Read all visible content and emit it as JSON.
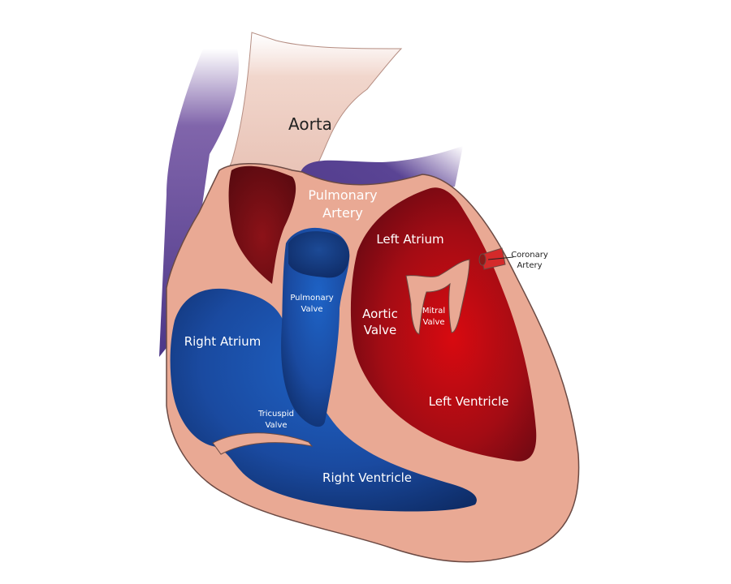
{
  "diagram": {
    "labels": {
      "aorta": "Aorta",
      "pulmonary_artery": [
        "Pulmonary",
        "Artery"
      ],
      "left_atrium": "Left Atrium",
      "coronary_artery": [
        "Coronary",
        "Artery"
      ],
      "pulmonary_valve": [
        "Pulmonary",
        "Valve"
      ],
      "aortic_valve": [
        "Aortic",
        "Valve"
      ],
      "mitral_valve": [
        "Mitral",
        "Valve"
      ],
      "right_atrium": "Right Atrium",
      "left_ventricle": "Left Ventricle",
      "tricuspid_valve": [
        "Tricuspid",
        "Valve"
      ],
      "right_ventricle": "Right Ventricle"
    },
    "colors": {
      "tissue": "#e9a994",
      "tissue_outline": "#6b4a44",
      "aorta": "#f1d6cc",
      "deoxygenated_vessel": "#6a4a9c",
      "deoxygenated_blood": "#1a4fa8",
      "deoxygenated_dark": "#0e2c66",
      "oxygenated_blood": "#c40a12",
      "oxygenated_dark": "#5e0812",
      "coronary": "#d42a2a"
    }
  }
}
